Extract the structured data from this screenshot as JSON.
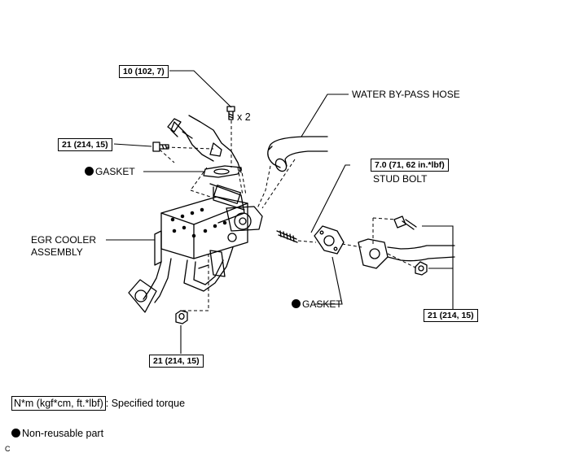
{
  "torque_labels": {
    "top": "10 (102, 7)",
    "left": "21 (214, 15)",
    "stud": "7.0 (71, 62 in.*lbf)",
    "right": "21 (214, 15)",
    "bottom": "21 (214, 15)"
  },
  "part_labels": {
    "qty": "x 2",
    "water_hose": "WATER BY-PASS HOSE",
    "stud_bolt": "STUD BOLT",
    "gasket_upper": "GASKET",
    "gasket_lower": "GASKET",
    "egr_line1": "EGR COOLER",
    "egr_line2": "ASSEMBLY"
  },
  "legend": {
    "torque_unit": "N*m (kgf*cm, ft.*lbf)",
    "torque_desc": ": Specified torque",
    "nonreusable": "Non-reusable part"
  },
  "corner_mark": "C"
}
